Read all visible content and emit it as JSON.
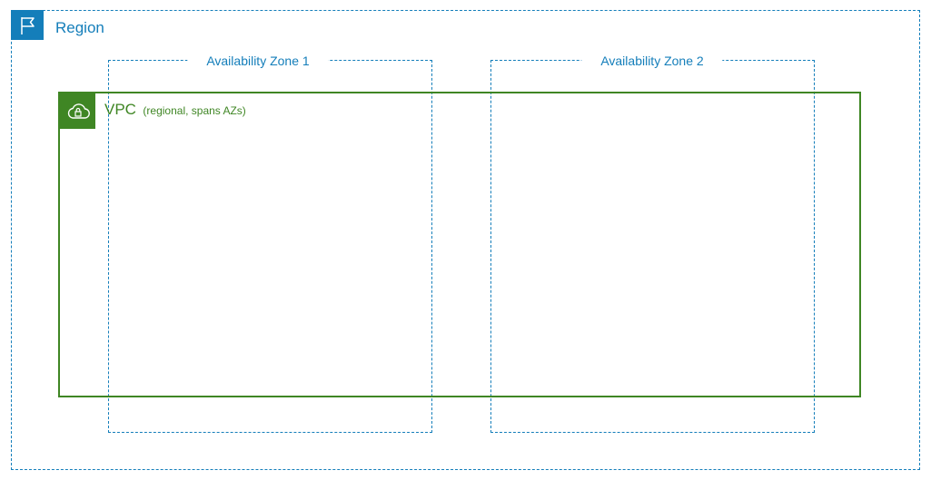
{
  "region": {
    "label": "Region",
    "icon": "flag-icon",
    "color": "#147eba"
  },
  "availability_zones": [
    {
      "label": "Availability Zone 1"
    },
    {
      "label": "Availability Zone 2"
    }
  ],
  "vpc": {
    "label": "VPC",
    "note": "(regional, spans AZs)",
    "icon": "cloud-lock-icon",
    "color": "#3f8624"
  }
}
